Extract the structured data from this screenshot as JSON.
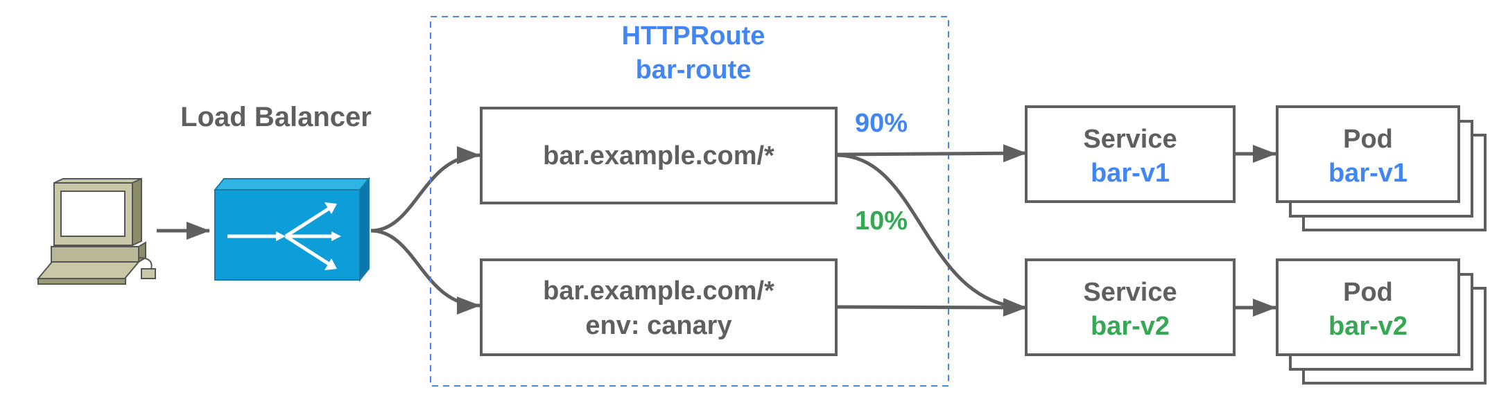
{
  "colors": {
    "gray": "#5f5f5f",
    "blue": "#4285f4",
    "green": "#34a853",
    "lb_blue": "#0d9dd8",
    "white": "#ffffff"
  },
  "icons": {
    "client": "computer-icon",
    "load_balancer": "load-balancer-icon"
  },
  "load_balancer": {
    "label": "Load Balancer"
  },
  "httproute": {
    "kind": "HTTPRoute",
    "name": "bar-route"
  },
  "rules": [
    {
      "line1": "bar.example.com/*",
      "line2": ""
    },
    {
      "line1": "bar.example.com/*",
      "line2": "env: canary"
    }
  ],
  "weights": {
    "primary": "90%",
    "canary": "10%"
  },
  "services": [
    {
      "label": "Service",
      "name": "bar-v1"
    },
    {
      "label": "Service",
      "name": "bar-v2"
    }
  ],
  "pods": [
    {
      "label": "Pod",
      "name": "bar-v1"
    },
    {
      "label": "Pod",
      "name": "bar-v2"
    }
  ]
}
